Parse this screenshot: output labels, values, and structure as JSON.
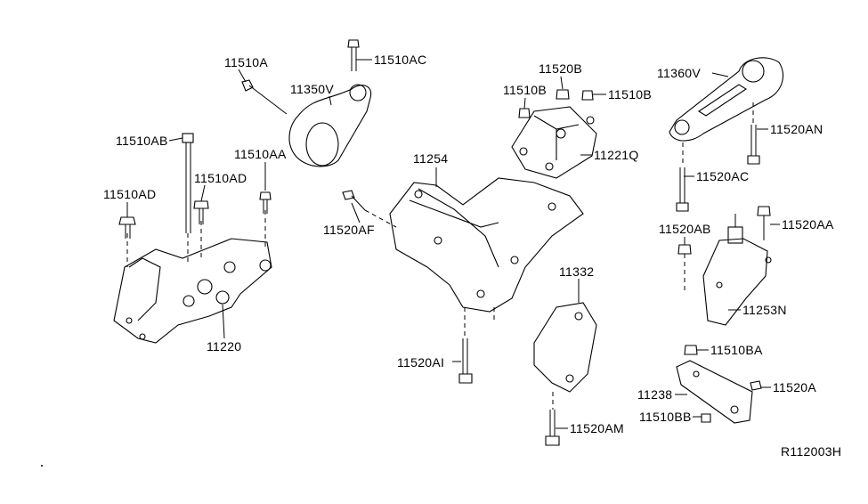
{
  "labels": {
    "p11510A": "11510A",
    "p11510AC": "11510AC",
    "p11350V": "11350V",
    "p11510AB": "11510AB",
    "p11510AA": "11510AA",
    "p11510AD_1": "11510AD",
    "p11510AD_2": "11510AD",
    "p11220": "11220",
    "p11254": "11254",
    "p11520AF": "11520AF",
    "p11520AI": "11520AI",
    "p11332": "11332",
    "p11520AM": "11520AM",
    "p11520B": "11520B",
    "p11510B_1": "11510B",
    "p11510B_2": "11510B",
    "p11221Q": "11221Q",
    "p11360V": "11360V",
    "p11520AN": "11520AN",
    "p11520AC": "11520AC",
    "p11520AB": "11520AB",
    "p11520AA": "11520AA",
    "p11253N": "11253N",
    "p11510BA": "11510BA",
    "p11238": "11238",
    "p11520A": "11520A",
    "p11510BB": "11510BB"
  },
  "diagram_code": "R112003H"
}
